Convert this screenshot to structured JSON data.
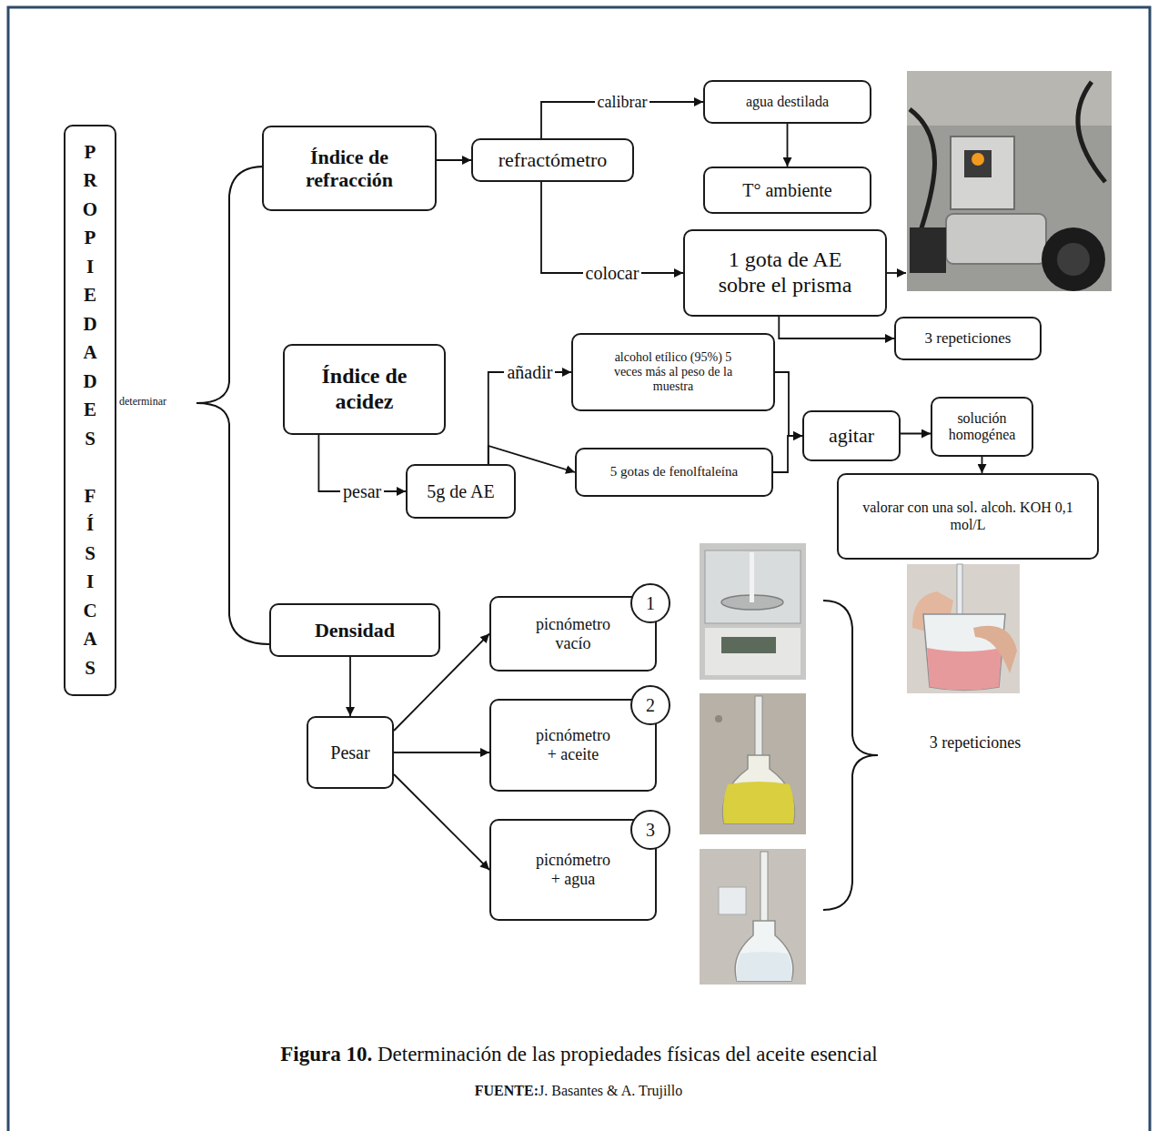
{
  "diagram": {
    "caption": "Figura 10. Determinación de las propiedades físicas del aceite esencial",
    "nodes": [
      {
        "text": [
          "PROPIEDADES FÍSICAS"
        ]
      },
      {
        "text": [
          "Índice de refracción"
        ]
      },
      {
        "text": [
          "refractómetro"
        ]
      },
      {
        "text": [
          "agua destilada"
        ]
      },
      {
        "text": [
          "T° ambiente"
        ]
      },
      {
        "text": [
          "1 gota de AE sobre el prisma"
        ]
      },
      {
        "text": [
          "3 repeticiones"
        ]
      },
      {
        "text": [
          "Índice de acidez"
        ]
      },
      {
        "text": [
          "5g de AE"
        ]
      },
      {
        "text": [
          "alcohol etílico (95%) 5 veces más al peso de la muestra"
        ]
      },
      {
        "text": [
          "5 gotas de fenolftaleína"
        ]
      },
      {
        "text": [
          "agitar"
        ]
      },
      {
        "text": [
          "solución homogénea"
        ]
      },
      {
        "text": [
          "valorar con una sol. alcoh. KOH 0,1 mol/L"
        ]
      },
      {
        "text": [
          "Densidad"
        ]
      },
      {
        "text": [
          "Pesar"
        ]
      },
      {
        "text": [
          "picnómetro vacío"
        ]
      },
      {
        "text": [
          "1"
        ]
      },
      {
        "text": [
          "picnómetro + aceite"
        ]
      },
      {
        "text": [
          "2"
        ]
      },
      {
        "text": [
          "picnómetro + agua"
        ]
      },
      {
        "text": [
          "3"
        ]
      }
    ],
    "edges": [
      {
        "from": 1,
        "to": 2,
        "arrow": "to"
      },
      {
        "from": 2,
        "to": 3,
        "label": "calibrar",
        "arrow": "to"
      },
      {
        "from": 3,
        "to": 4,
        "arrow": "to"
      },
      {
        "from": 2,
        "to": 5,
        "label": "colocar",
        "arrow": "to"
      },
      {
        "from": 5,
        "to": 6,
        "arrow": "to"
      },
      {
        "from": 7,
        "to": 8,
        "label": "pesar",
        "arrow": "to"
      },
      {
        "from": 8,
        "to": 9,
        "label": "añadir",
        "arrow": "to"
      },
      {
        "from": 8,
        "to": 10,
        "arrow": "to"
      },
      {
        "from": 9,
        "to": 11,
        "arrow": "to"
      },
      {
        "from": 10,
        "to": 11,
        "arrow": "to"
      },
      {
        "from": 11,
        "to": 12,
        "arrow": "to"
      },
      {
        "from": 12,
        "to": 13,
        "arrow": "to"
      },
      {
        "from": 14,
        "to": 15,
        "arrow": "to"
      },
      {
        "from": 15,
        "to": 16,
        "arrow": "to"
      },
      {
        "from": 15,
        "to": 18,
        "arrow": "to"
      },
      {
        "from": 15,
        "to": 20,
        "arrow": "to"
      }
    ],
    "labels": [
      "determinar",
      "3 repeticiones",
      "FUENTE:J. Basantes & A. Trujillo"
    ]
  }
}
